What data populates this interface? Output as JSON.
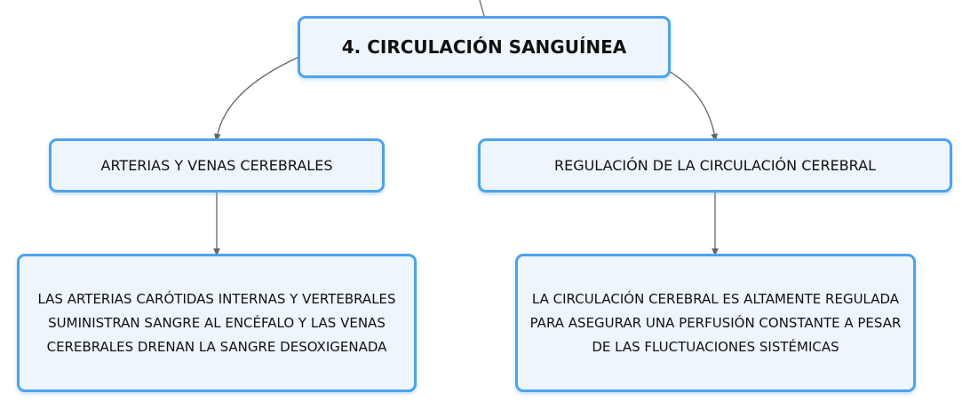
{
  "diagram": {
    "root": {
      "label": "4. CIRCULACIÓN SANGUÍNEA"
    },
    "branches": [
      {
        "label": "ARTERIAS Y VENAS CEREBRALES",
        "detail": "LAS ARTERIAS CARÓTIDAS INTERNAS Y VERTEBRALES SUMINISTRAN SANGRE AL ENCÉFALO Y LAS VENAS CEREBRALES DRENAN LA SANGRE DESOXIGENADA"
      },
      {
        "label": "REGULACIÓN DE LA CIRCULACIÓN CEREBRAL",
        "detail": "LA CIRCULACIÓN CEREBRAL ES ALTAMENTE REGULADA PARA ASEGURAR UNA PERFUSIÓN CONSTANTE A PESAR DE LAS FLUCTUACIONES SISTÉMICAS"
      }
    ]
  },
  "colors": {
    "node_border": "#4da3ea",
    "node_fill": "#eef5fc",
    "connector": "#666666"
  }
}
